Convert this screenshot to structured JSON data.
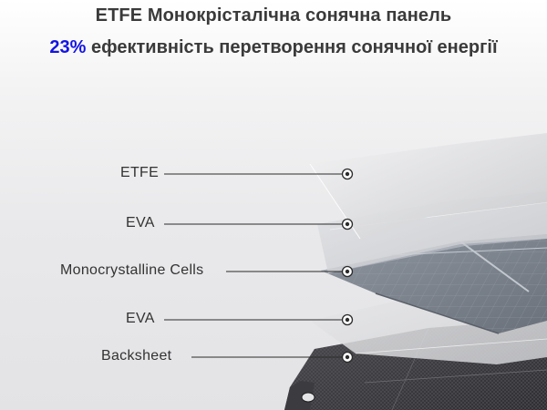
{
  "header": {
    "title": "ETFE Монокрісталічна сонячна панель",
    "subtitle_accent": "23%",
    "subtitle_rest": " ефективність перетворення сонячної енергії",
    "accent_color": "#1414e6"
  },
  "layers": [
    {
      "label": "ETFE"
    },
    {
      "label": "EVA"
    },
    {
      "label": "Monocrystalline Cells"
    },
    {
      "label": "EVA"
    },
    {
      "label": "Backsheet"
    }
  ]
}
